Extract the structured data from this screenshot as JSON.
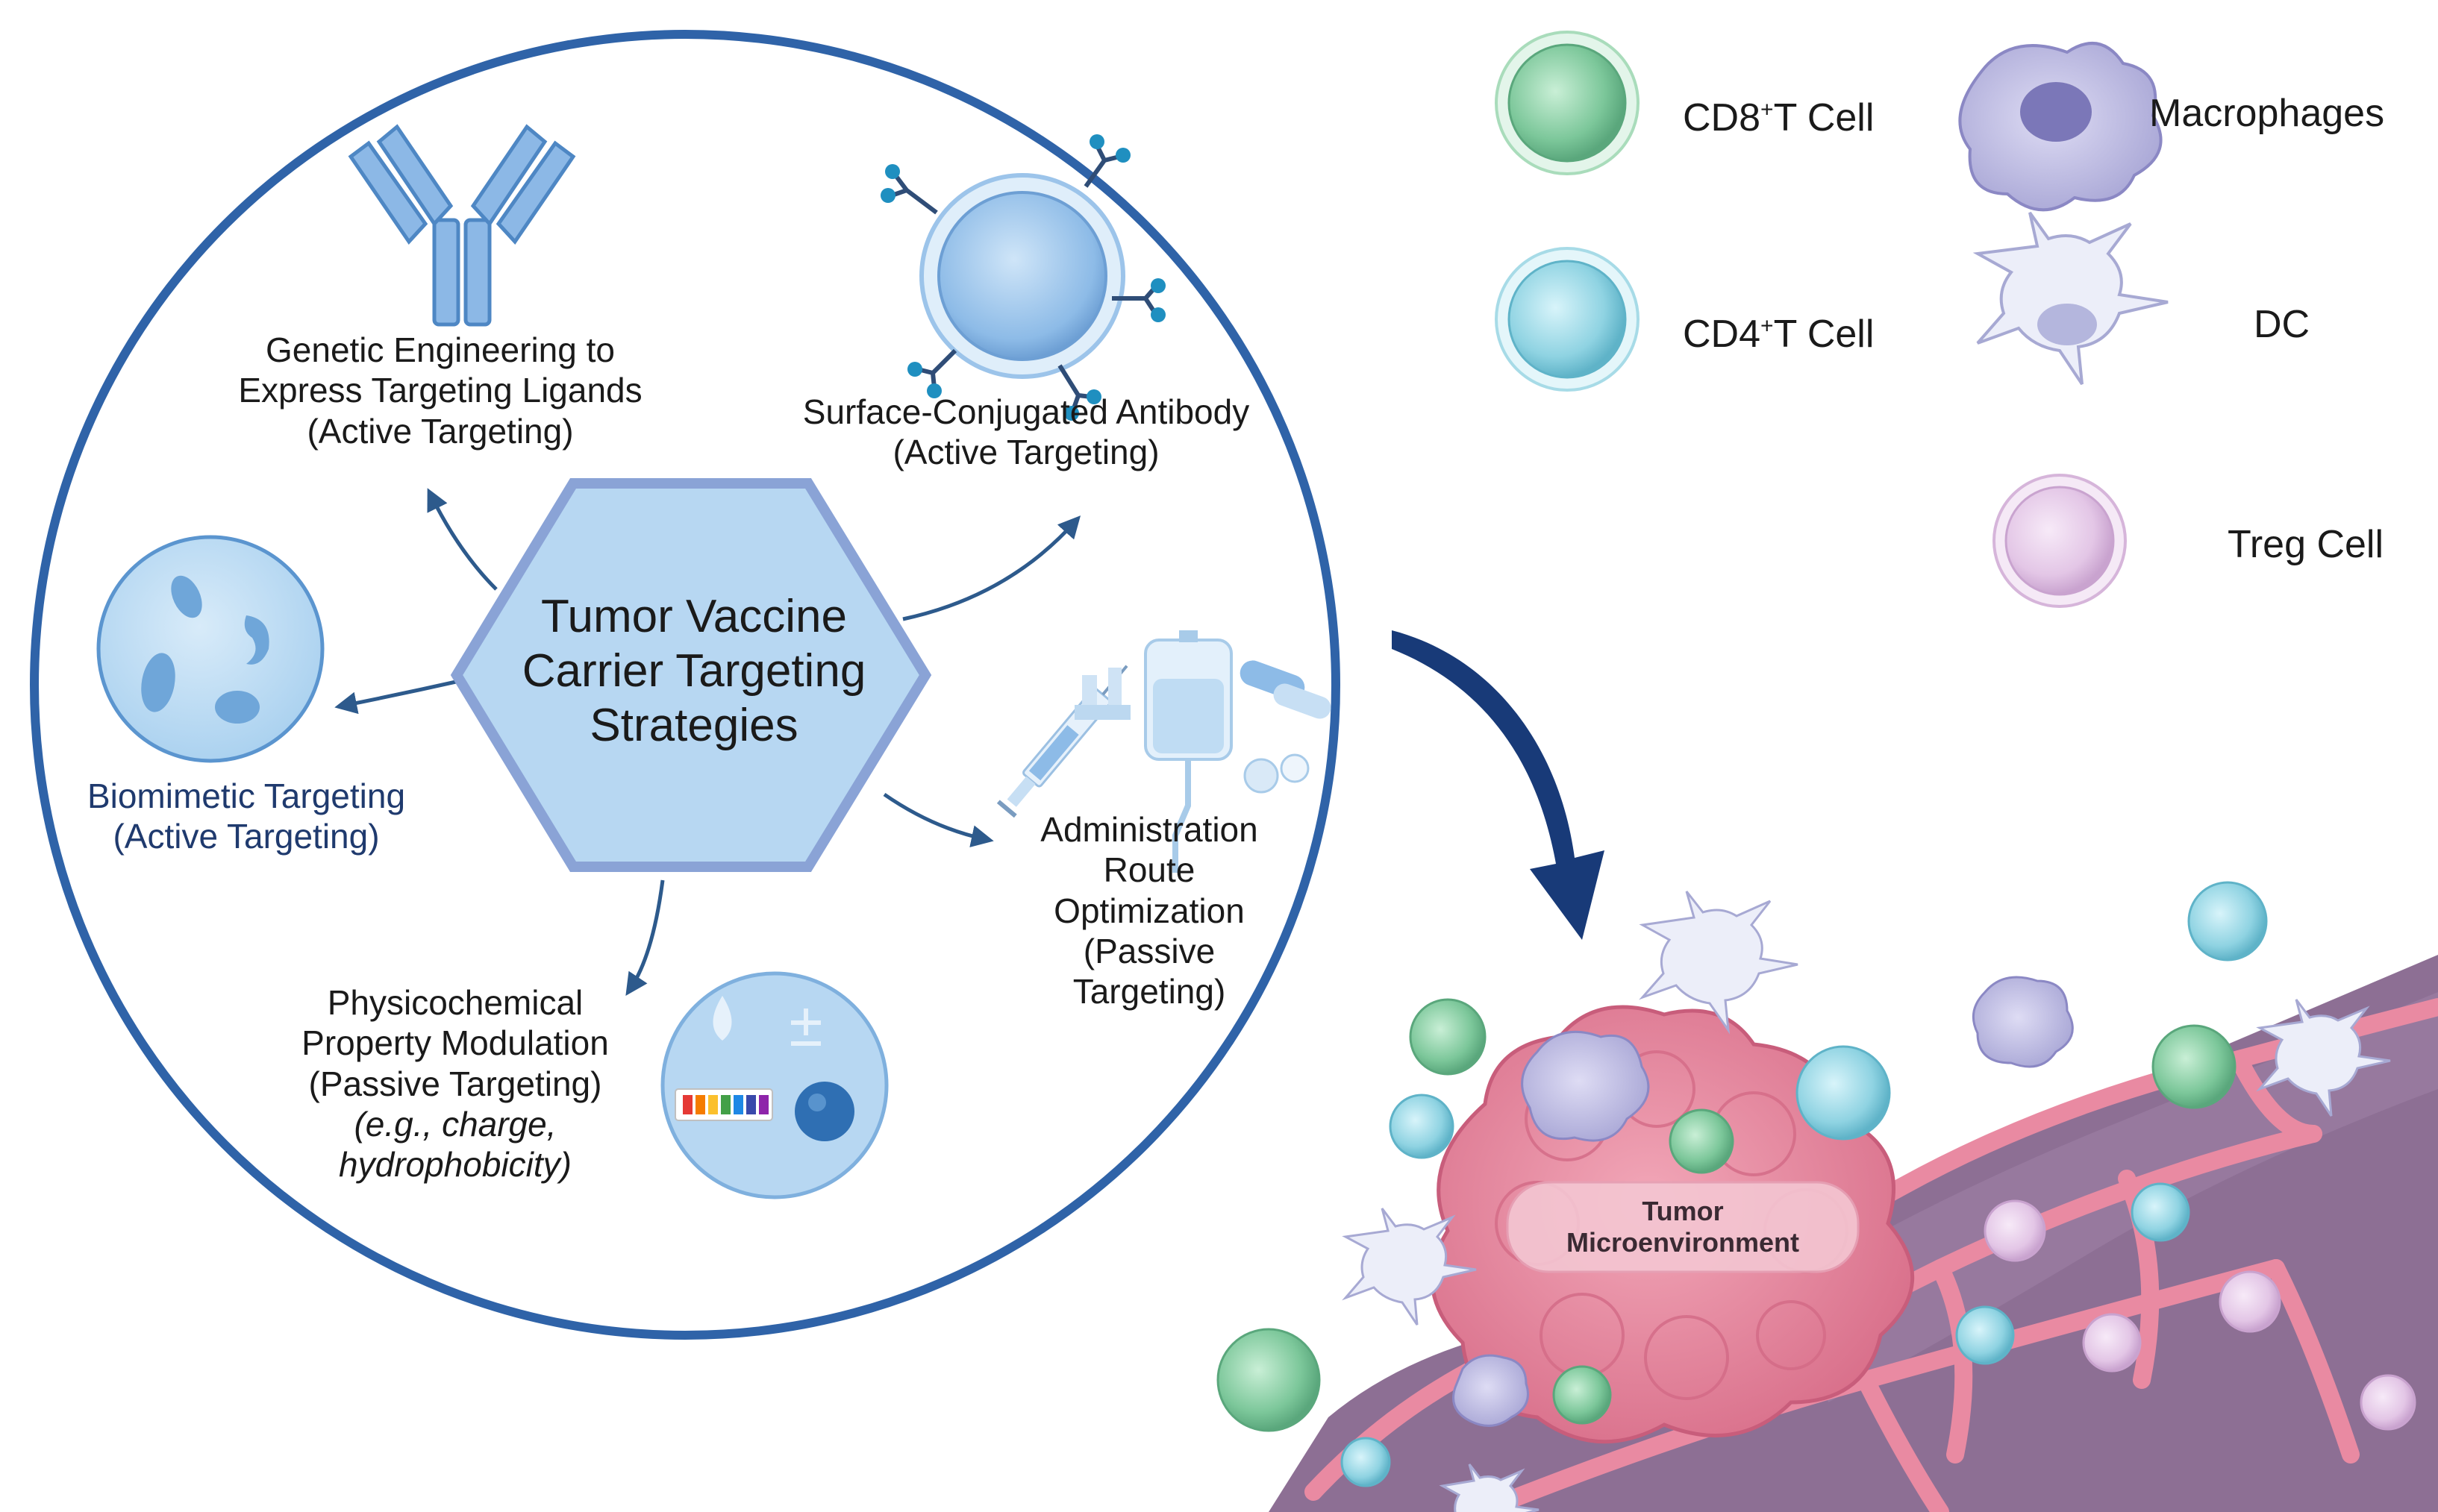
{
  "center": {
    "lines": [
      "Tumor Vaccine",
      "Carrier Targeting",
      "Strategies"
    ]
  },
  "strategies": {
    "genetic": [
      "Genetic Engineering to",
      "Express Targeting Ligands",
      "(Active Targeting)"
    ],
    "antibody": [
      "Surface-Conjugated Antibody",
      "(Active Targeting)"
    ],
    "biomimetic": [
      "Biomimetic Targeting",
      "(Active Targeting)"
    ],
    "administration": [
      "Administration",
      "Route",
      "Optimization",
      "(Passive",
      "Targeting)"
    ],
    "physicochemical": [
      "Physicochemical",
      "Property Modulation",
      "(Passive Targeting)"
    ],
    "physicochemical_example": [
      "(e.g., charge,",
      "hydrophobicity)"
    ]
  },
  "legend": {
    "cd8": {
      "base": "CD8",
      "sup": "+",
      "rest": "T Cell"
    },
    "cd4": {
      "base": "CD4",
      "sup": "+",
      "rest": "T Cell"
    },
    "macrophages": "Macrophages",
    "dc": "DC",
    "treg": "Treg Cell"
  },
  "tumor": {
    "lines": [
      "Tumor",
      "Microenvironment"
    ]
  },
  "charge_symbol": "±",
  "colors": {
    "ring": "#2f63a8",
    "hexagon_fill": "#b7d7f2",
    "hexagon_stroke": "#8aa3d6",
    "arrow": "#2d5a8c",
    "big_arrow": "#183a78",
    "cd8": "#7cc79a",
    "cd4": "#8fd3e2",
    "macrophage": "#a9a7d6",
    "dc": "#dcdcf2",
    "treg": "#e3c6e6",
    "tumor": "#e8819a",
    "tissue": "#8d6f94"
  }
}
